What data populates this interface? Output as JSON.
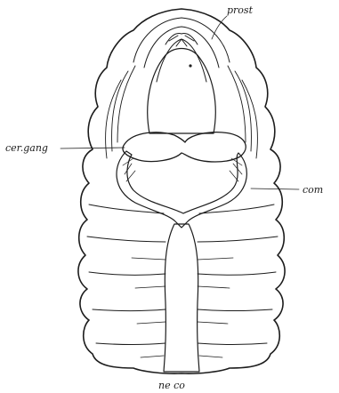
{
  "figure": {
    "labels": {
      "prost": "prost",
      "cer_gang": "cer.gang",
      "com": "com",
      "ne_co": "ne co"
    }
  }
}
